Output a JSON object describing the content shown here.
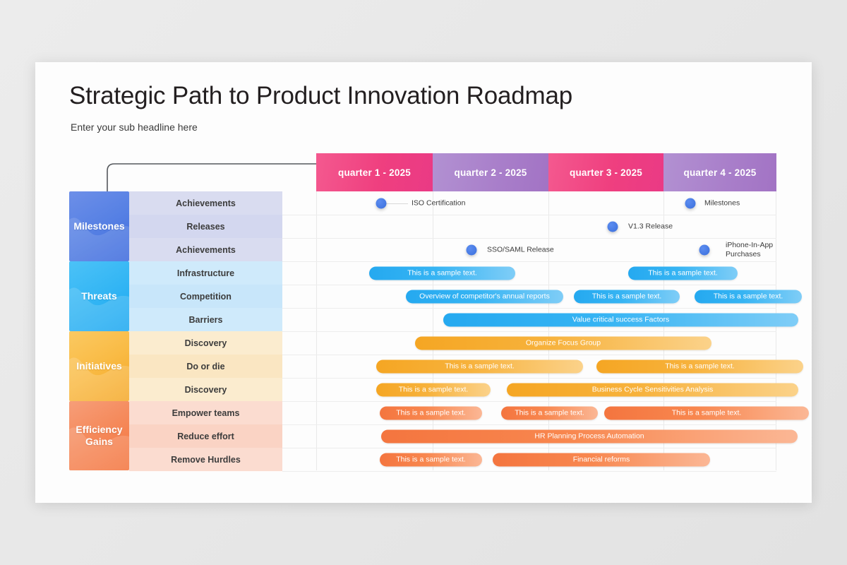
{
  "slide": {
    "title": "Strategic Path to Product Innovation Roadmap",
    "subtitle": "Enter your sub headline here"
  },
  "colors": {
    "quarter_pink": "#ef3f7f",
    "quarter_purple": "#a97fca",
    "milestones": "#4a7fe0",
    "threats": "#36b4f3",
    "initiatives": "#f7b23c",
    "efficiency": "#f8874f",
    "milestone_dot": "#3b6fdc"
  },
  "quarters": [
    {
      "label": "quarter 1 - 2025",
      "style": "pink"
    },
    {
      "label": "quarter 2 - 2025",
      "style": "purple"
    },
    {
      "label": "quarter 3 - 2025",
      "style": "pink"
    },
    {
      "label": "quarter 4 - 2025",
      "style": "purple"
    }
  ],
  "bands": [
    {
      "name": "Milestones",
      "rows": [
        {
          "label": "Achievements"
        },
        {
          "label": "Releases"
        },
        {
          "label": "Achievements"
        }
      ]
    },
    {
      "name": "Threats",
      "rows": [
        {
          "label": "Infrastructure"
        },
        {
          "label": "Competition"
        },
        {
          "label": "Barriers"
        }
      ]
    },
    {
      "name": "Initiatives",
      "rows": [
        {
          "label": "Discovery"
        },
        {
          "label": "Do or die"
        },
        {
          "label": "Discovery"
        }
      ]
    },
    {
      "name": "Efficiency Gains",
      "rows": [
        {
          "label": "Empower teams"
        },
        {
          "label": "Reduce effort"
        },
        {
          "label": "Remove Hurdles"
        }
      ]
    }
  ],
  "milestones": [
    {
      "label": "ISO Certification",
      "row": 0
    },
    {
      "label": "Milestones",
      "row": 0
    },
    {
      "label": "V1.3 Release",
      "row": 1
    },
    {
      "label": "SSO/SAML Release",
      "row": 2
    },
    {
      "label": "iPhone-In-App\nPurchases",
      "row": 2
    }
  ],
  "threat_bars": [
    {
      "label": "This is a sample text.",
      "row": 0
    },
    {
      "label": "This is a sample text.",
      "row": 0
    },
    {
      "label": "Overview of competitor's annual reports",
      "row": 1
    },
    {
      "label": "This is a sample text.",
      "row": 1
    },
    {
      "label": "This is a sample text.",
      "row": 1
    },
    {
      "label": "Value critical success Factors",
      "row": 2
    }
  ],
  "initiative_bars": [
    {
      "label": "Organize Focus Group",
      "row": 0
    },
    {
      "label": "This is a sample text.",
      "row": 1
    },
    {
      "label": "This is a sample text.",
      "row": 1
    },
    {
      "label": "This is a sample text.",
      "row": 2
    },
    {
      "label": "Business Cycle Sensitivities Analysis",
      "row": 2
    }
  ],
  "efficiency_bars": [
    {
      "label": "This is a sample text.",
      "row": 0
    },
    {
      "label": "This is a sample text.",
      "row": 0
    },
    {
      "label": "This is a sample text.",
      "row": 0
    },
    {
      "label": "HR Planning Process Automation",
      "row": 1
    },
    {
      "label": "This is a sample text.",
      "row": 2
    },
    {
      "label": "Financial reforms",
      "row": 2
    }
  ]
}
